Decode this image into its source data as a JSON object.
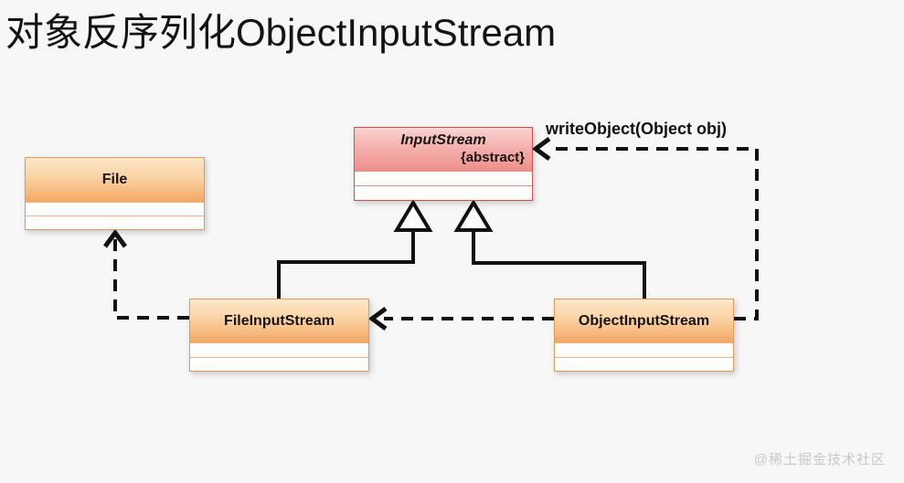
{
  "title": "对象反序列化ObjectInputStream",
  "watermark": "@稀土掘金技术社区",
  "diagram": {
    "type": "uml-class-diagram",
    "annotation_label": "writeObject(Object obj)",
    "classes": {
      "inputstream": {
        "name": "InputStream",
        "stereotype": "{abstract}",
        "style": "pink-abstract"
      },
      "file": {
        "name": "File",
        "style": "orange"
      },
      "fileinputstream": {
        "name": "FileInputStream",
        "style": "orange"
      },
      "objectinputstream": {
        "name": "ObjectInputStream",
        "style": "orange"
      }
    },
    "relations": [
      {
        "from": "FileInputStream",
        "to": "InputStream",
        "type": "inheritance"
      },
      {
        "from": "ObjectInputStream",
        "to": "InputStream",
        "type": "inheritance"
      },
      {
        "from": "FileInputStream",
        "to": "File",
        "type": "dashed-dependency"
      },
      {
        "from": "ObjectInputStream",
        "to": "FileInputStream",
        "type": "dashed-dependency"
      },
      {
        "from": "ObjectInputStream",
        "to": "InputStream",
        "type": "dashed-dependency",
        "label": "writeObject(Object obj)"
      }
    ],
    "colors": {
      "orange_header_top": "#fde6ca",
      "orange_header_bottom": "#f3a763",
      "orange_border": "#d89d5e",
      "pink_header_top": "#f9d3d0",
      "pink_header_bottom": "#ee8f8b",
      "pink_border": "#c9524e",
      "line": "#111111",
      "background": "#f6f7f6"
    }
  }
}
